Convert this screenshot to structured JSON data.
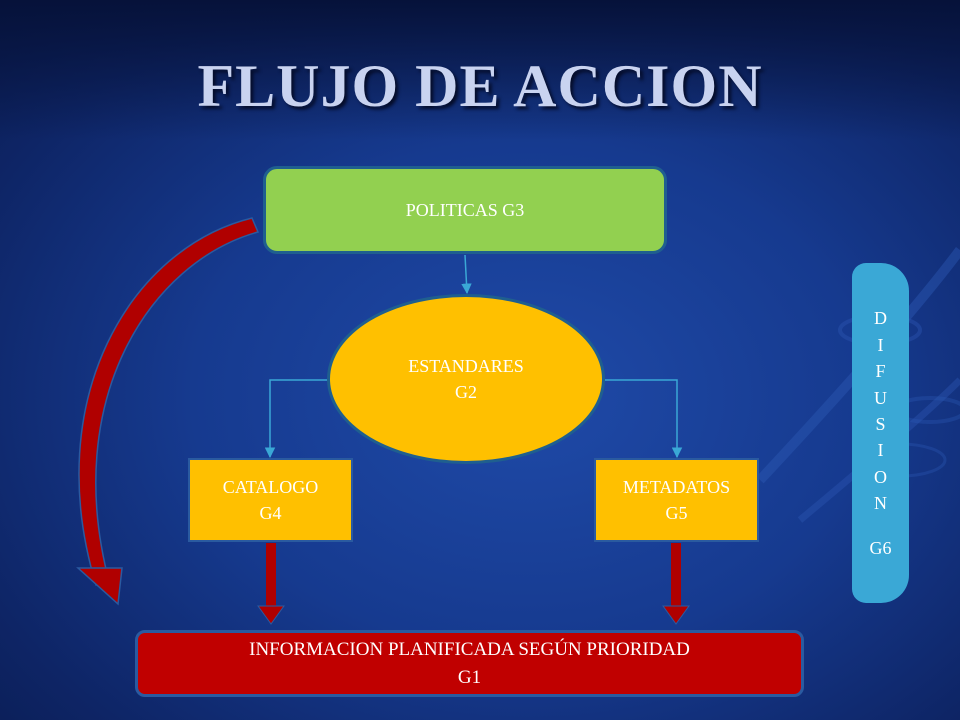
{
  "title": "FLUJO DE ACCION",
  "nodes": {
    "politicas": {
      "label": "POLITICAS G3"
    },
    "estandares": {
      "line1": "ESTANDARES",
      "line2": "G2"
    },
    "catalogo": {
      "line1": "CATALOGO",
      "line2": "G4"
    },
    "metadatos": {
      "line1": "METADATOS",
      "line2": "G5"
    },
    "informacion": {
      "line1": "INFORMACION PLANIFICADA SEGÚN PRIORIDAD",
      "line2": "G1"
    },
    "difusion": {
      "letters": [
        "D",
        "I",
        "F",
        "U",
        "S",
        "I",
        "O",
        "N"
      ],
      "code": "G6"
    }
  },
  "colors": {
    "politicas": "#92d050",
    "estandares": "#ffc000",
    "informacion": "#c00000",
    "difusion": "#3aa8d6",
    "arrow_red": "#b00000"
  }
}
